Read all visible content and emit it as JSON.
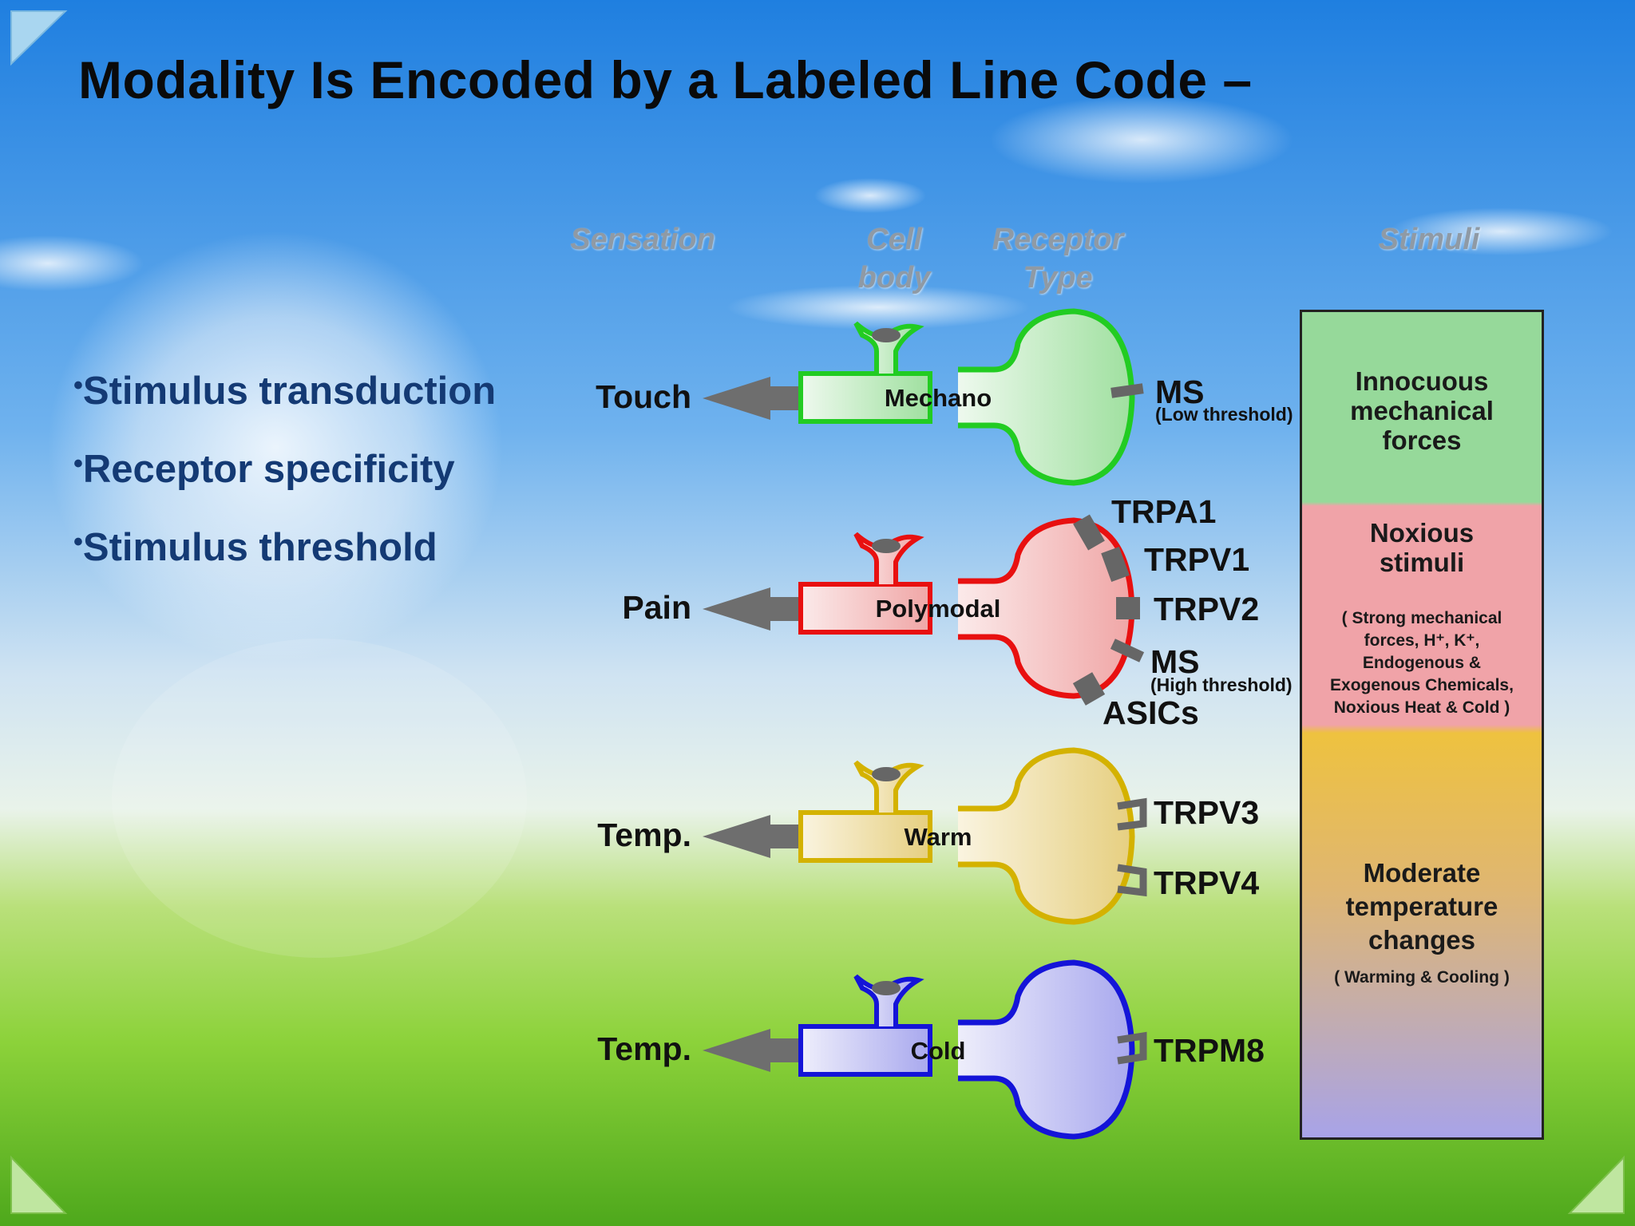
{
  "title": "Modality Is Encoded by a Labeled Line Code –",
  "bullets": [
    "Stimulus transduction",
    "Receptor specificity",
    "Stimulus threshold"
  ],
  "column_headers": {
    "sensation": "Sensation",
    "cell_body_1": "Cell",
    "cell_body_2": "body",
    "receptor_type_1": "Receptor",
    "receptor_type_2": "Type",
    "stimuli": "Stimuli"
  },
  "rows": {
    "touch": {
      "sensation": "Touch",
      "cell": "Mechano",
      "color": "#22cc22",
      "receptors": [
        "MS"
      ],
      "note": "(Low threshold)"
    },
    "pain": {
      "sensation": "Pain",
      "cell": "Polymodal",
      "color": "#e81010",
      "receptors": [
        "TRPA1",
        "TRPV1",
        "TRPV2",
        "MS",
        "ASICs"
      ],
      "note": "(High threshold)"
    },
    "warm": {
      "sensation": "Temp.",
      "cell": "Warm",
      "color": "#d4b200",
      "receptors": [
        "TRPV3",
        "TRPV4"
      ]
    },
    "cold": {
      "sensation": "Temp.",
      "cell": "Cold",
      "color": "#1414d8",
      "receptors": [
        "TRPM8"
      ]
    }
  },
  "stimuli": {
    "innocuous": [
      "Innocuous",
      "mechanical",
      "forces"
    ],
    "noxious": [
      "Noxious",
      "stimuli"
    ],
    "noxious_detail": [
      "( Strong mechanical",
      "forces, H⁺, K⁺,",
      "Endogenous &",
      "Exogenous Chemicals,",
      "Noxious Heat & Cold )"
    ],
    "moderate": [
      "Moderate",
      "temperature",
      "changes"
    ],
    "moderate_detail": "( Warming & Cooling )"
  }
}
